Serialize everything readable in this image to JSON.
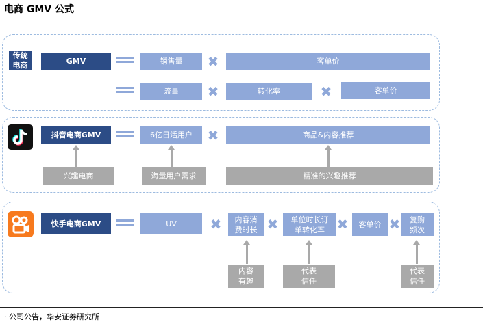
{
  "title": "电商 GMV 公式",
  "row1": {
    "label": "传统\n电商",
    "gmv": "GMV",
    "line1": [
      "销售量",
      "客单价"
    ],
    "line2": [
      "流量",
      "转化率",
      "客单价"
    ]
  },
  "row2": {
    "logo": "tiktok-logo",
    "gmv": "抖音电商GMV",
    "factors": [
      "6亿日活用户",
      "商品&内容推荐"
    ],
    "drivers": [
      "兴趣电商",
      "海量用户需求",
      "精准的兴趣推荐"
    ]
  },
  "row3": {
    "logo": "kuaishou-logo",
    "gmv": "快手电商GMV",
    "factors": [
      "UV",
      "内容消\n费时长",
      "单位时长订\n单转化率",
      "客单价",
      "复购\n频次"
    ],
    "drivers": [
      "内容\n有趣",
      "代表\n信任",
      "代表\n信任"
    ]
  },
  "source": "· 公司公告，华安证券研究所",
  "colors": {
    "dark": "#2c4c86",
    "light": "#8fa8d9",
    "grey": "#a9a9a9",
    "panel_border": "#9dbbe0"
  }
}
